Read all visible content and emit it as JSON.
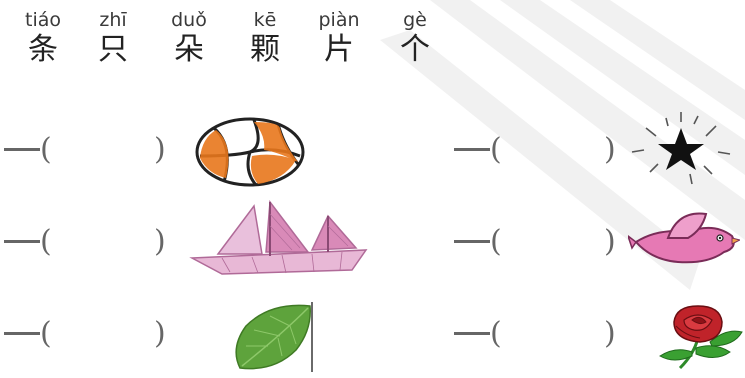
{
  "word_bank": [
    {
      "pinyin": "tiáo",
      "hanzi": "条"
    },
    {
      "pinyin": "zhī",
      "hanzi": "只"
    },
    {
      "pinyin": "duǒ",
      "hanzi": "朵"
    },
    {
      "pinyin": "kē",
      "hanzi": "颗"
    },
    {
      "pinyin": "piàn",
      "hanzi": "片"
    },
    {
      "pinyin": "gè",
      "hanzi": "个"
    }
  ],
  "exercise": {
    "blank_prefix": "一",
    "open_paren": "(",
    "close_paren": ")",
    "items": [
      {
        "picture": "volleyball-icon"
      },
      {
        "picture": "star-icon"
      },
      {
        "picture": "sailboat-icon"
      },
      {
        "picture": "bird-icon"
      },
      {
        "picture": "leaf-icon"
      },
      {
        "picture": "rose-icon"
      }
    ]
  },
  "colors": {
    "volleyball_orange": "#e8771c",
    "boat_pink": "#d98ab8",
    "bird_pink": "#e679b4",
    "leaf_green": "#5ea33c",
    "rose_red": "#c0232a",
    "stem_green": "#2e8a2a",
    "star": "#111111"
  }
}
